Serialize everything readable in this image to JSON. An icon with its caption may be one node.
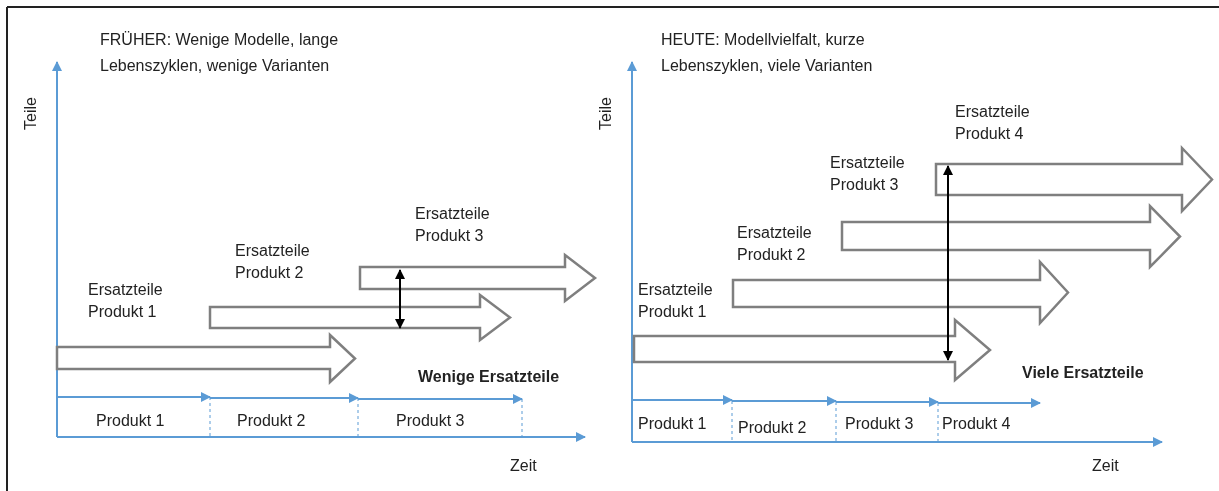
{
  "diagram": {
    "labels": [
      "FRÜHER: Wenige Modelle, lange Lebenszyklen, wenige Varianten",
      "Teile",
      "Ersatzteile Produkt 3",
      "Ersatzteile Produkt 2",
      "Ersatzteile Produkt 1",
      "Wenige Ersatzteile",
      "Produkt 1",
      "Produkt 2",
      "Produkt 3",
      "Zeit",
      "HEUTE: Modellvielfalt, kurze Lebenszyklen, viele Varianten",
      "Teile",
      "Ersatzteile Produkt 4",
      "Ersatzteile Produkt 3",
      "Ersatzteile Produkt 2",
      "Ersatzteile Produkt 1",
      "Viele Ersatzteile",
      "Produkt 1",
      "Produkt 2",
      "Produkt 3",
      "Produkt 4",
      "Zeit"
    ]
  }
}
